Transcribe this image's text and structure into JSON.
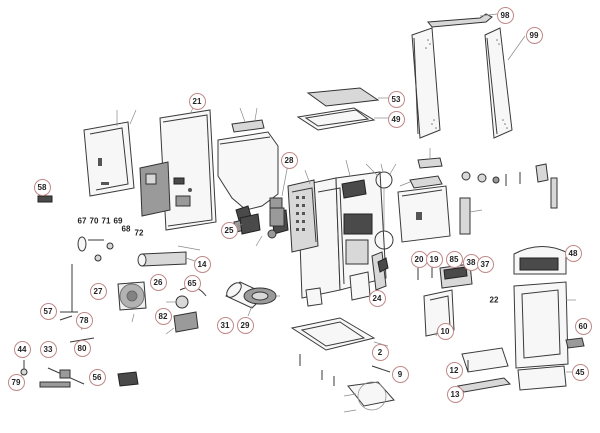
{
  "diagram": {
    "callouts_circled": [
      {
        "id": "c98",
        "label": "98"
      },
      {
        "id": "c99",
        "label": "99"
      },
      {
        "id": "c53",
        "label": "53"
      },
      {
        "id": "c49",
        "label": "49"
      },
      {
        "id": "c21",
        "label": "21"
      },
      {
        "id": "c28",
        "label": "28"
      },
      {
        "id": "c58",
        "label": "58"
      },
      {
        "id": "c14",
        "label": "14"
      },
      {
        "id": "c26",
        "label": "26"
      },
      {
        "id": "c65",
        "label": "65"
      },
      {
        "id": "c82",
        "label": "82"
      },
      {
        "id": "c31",
        "label": "31"
      },
      {
        "id": "c29",
        "label": "29"
      },
      {
        "id": "c25",
        "label": "25"
      },
      {
        "id": "c24",
        "label": "24"
      },
      {
        "id": "c2",
        "label": "2"
      },
      {
        "id": "c9",
        "label": "9"
      },
      {
        "id": "c38",
        "label": "38"
      },
      {
        "id": "c37",
        "label": "37"
      },
      {
        "id": "c48",
        "label": "48"
      },
      {
        "id": "c60",
        "label": "60"
      },
      {
        "id": "c12",
        "label": "12"
      },
      {
        "id": "c13",
        "label": "13"
      },
      {
        "id": "c45",
        "label": "45"
      },
      {
        "id": "c10",
        "label": "10"
      },
      {
        "id": "c44",
        "label": "44"
      },
      {
        "id": "c79",
        "label": "79"
      },
      {
        "id": "c33",
        "label": "33"
      },
      {
        "id": "c56",
        "label": "56"
      },
      {
        "id": "c80",
        "label": "80"
      },
      {
        "id": "c78",
        "label": "78"
      },
      {
        "id": "c57",
        "label": "57"
      },
      {
        "id": "c27",
        "label": "27"
      },
      {
        "id": "c20",
        "label": "20"
      },
      {
        "id": "c19",
        "label": "19"
      },
      {
        "id": "c85",
        "label": "85"
      }
    ],
    "callouts_bare": [
      {
        "id": "b67",
        "label": "67"
      },
      {
        "id": "b70",
        "label": "70"
      },
      {
        "id": "b71",
        "label": "71"
      },
      {
        "id": "b69",
        "label": "69"
      },
      {
        "id": "b68",
        "label": "68"
      },
      {
        "id": "b72",
        "label": "72"
      },
      {
        "id": "b22",
        "label": "22"
      }
    ]
  }
}
